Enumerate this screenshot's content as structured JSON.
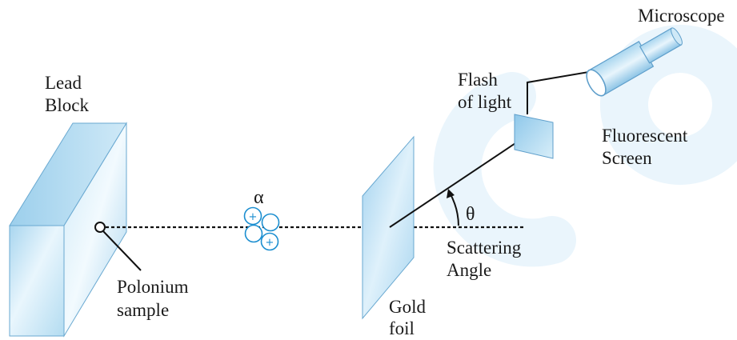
{
  "labels": {
    "microscope": "Microscope",
    "lead_block_1": "Lead",
    "lead_block_2": "Block",
    "flash_1": "Flash",
    "flash_2": "of light",
    "fluorescent_1": "Fluorescent",
    "fluorescent_2": "Screen",
    "alpha": "α",
    "theta": "θ",
    "scattering_1": "Scattering",
    "scattering_2": "Angle",
    "polonium_1": "Polonium",
    "polonium_2": "sample",
    "gold_1": "Gold",
    "gold_2": "foil"
  },
  "particle_signs": [
    "+",
    "+"
  ],
  "colors": {
    "block_fill": "#bfe3f4",
    "block_dark": "#8fc6e4",
    "block_edge": "#5a9fc9",
    "particle": "#1b8ed0",
    "watermark": "#e6f3fb",
    "ink": "#111111"
  }
}
